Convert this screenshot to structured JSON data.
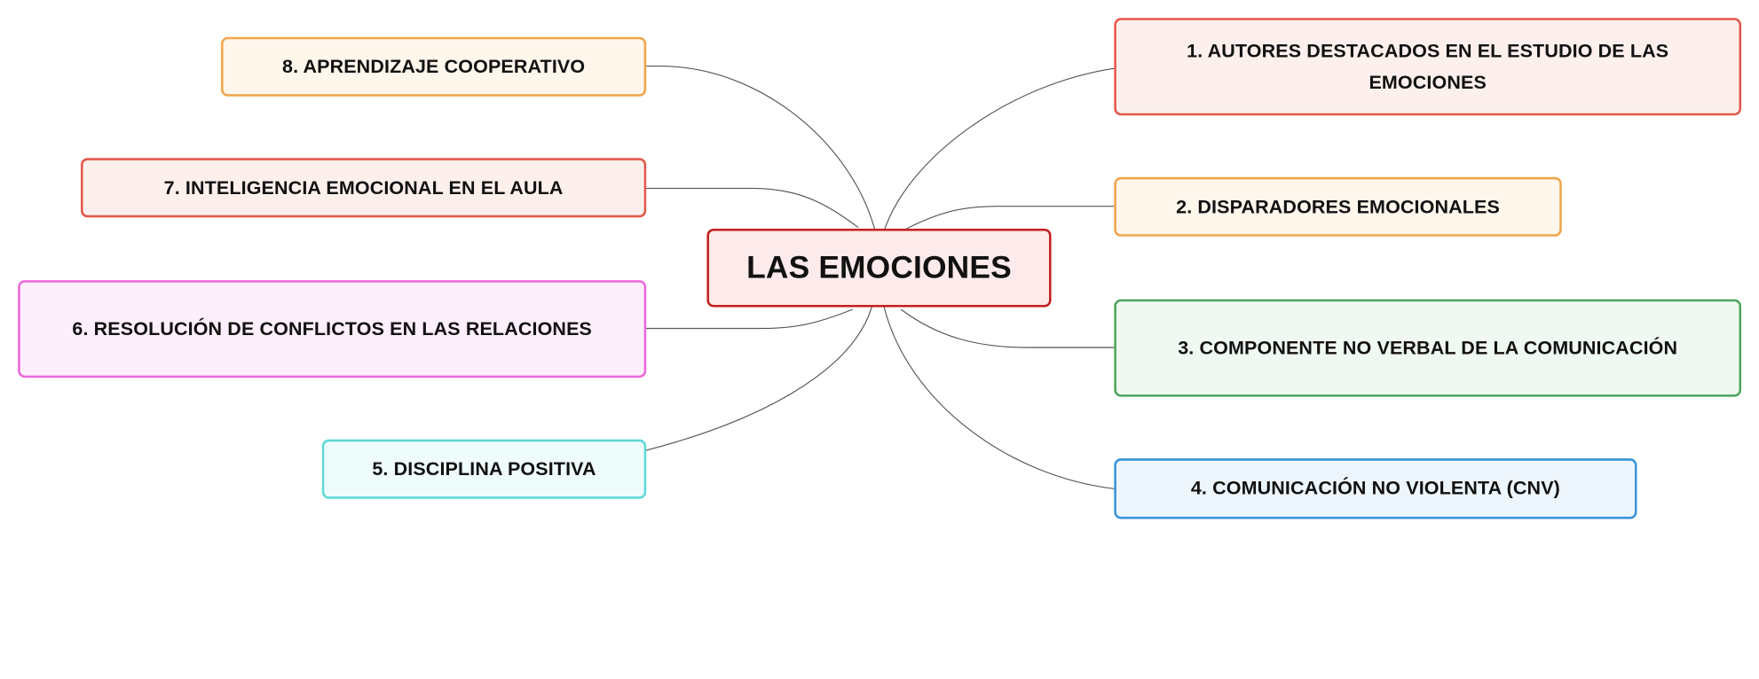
{
  "center": {
    "label": "LAS EMOCIONES",
    "border": "#c41f1f",
    "fill": "#fdeaea"
  },
  "branches": [
    {
      "id": "b1",
      "label": "1. AUTORES DESTACADOS EN EL ESTUDIO DE LAS EMOCIONES",
      "border": "#e3574a",
      "fill": "#fdf0ec"
    },
    {
      "id": "b2",
      "label": "2. DISPARADORES EMOCIONALES",
      "border": "#f0a54a",
      "fill": "#fff6ec"
    },
    {
      "id": "b3",
      "label": "3. COMPONENTE NO VERBAL DE LA COMUNICACIÓN",
      "border": "#4ca55c",
      "fill": "#f0f9f1"
    },
    {
      "id": "b4",
      "label": "4. COMUNICACIÓN NO VIOLENTA (CNV)",
      "border": "#3a93d8",
      "fill": "#eef6fd"
    },
    {
      "id": "b5",
      "label": "5. DISCIPLINA POSITIVA",
      "border": "#5fd9d8",
      "fill": "#effcfc"
    },
    {
      "id": "b6",
      "label": "6. RESOLUCIÓN DE CONFLICTOS EN LAS RELACIONES",
      "border": "#ee66d8",
      "fill": "#fdeffb"
    },
    {
      "id": "b7",
      "label": "7. INTELIGENCIA EMOCIONAL EN EL AULA",
      "border": "#e3574a",
      "fill": "#fdf0ec"
    },
    {
      "id": "b8",
      "label": "8. APRENDIZAJE COOPERATIVO",
      "border": "#f0a54a",
      "fill": "#fff6ec"
    }
  ],
  "connector_color": "#555555"
}
